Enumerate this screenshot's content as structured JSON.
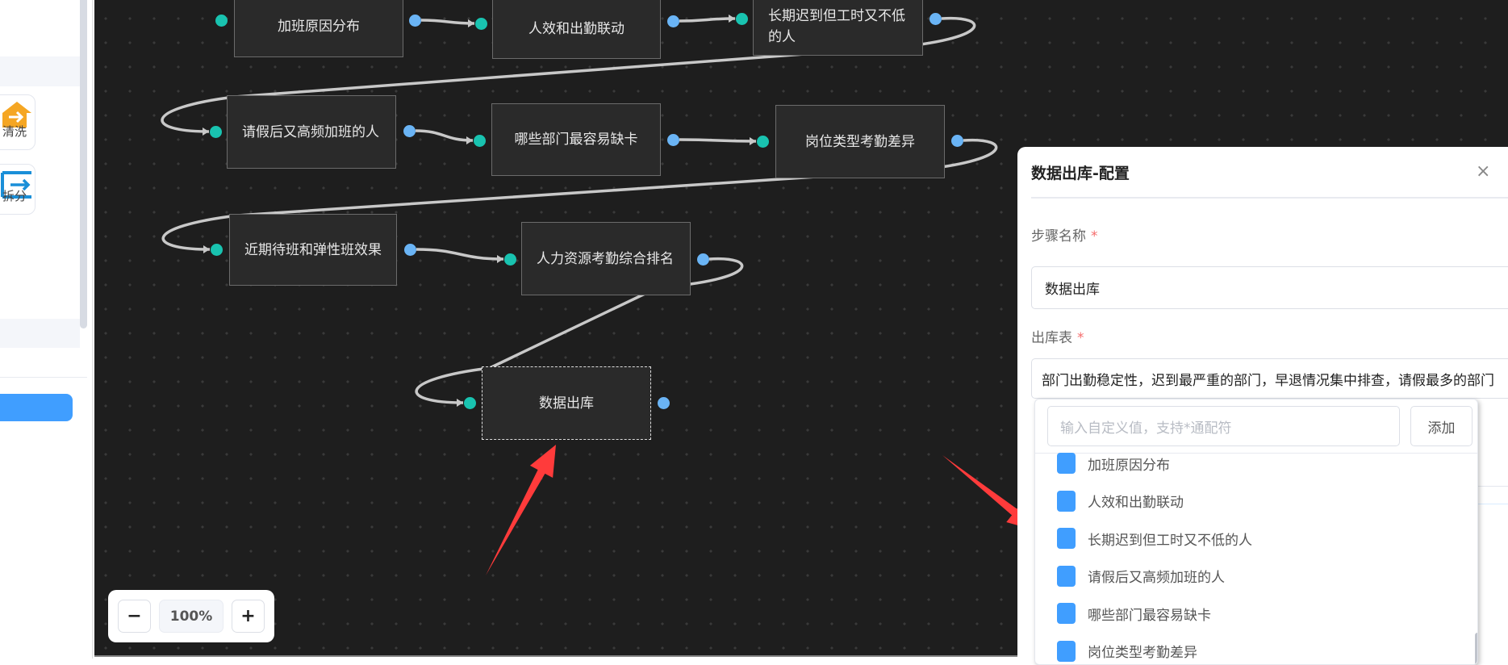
{
  "sidebar": {
    "cards": [
      {
        "label": "清洗",
        "icon": "house-arrow-icon",
        "color": "#f5a623"
      },
      {
        "label": "拆分",
        "icon": "split-arrow-icon",
        "color": "#1a8fd8"
      }
    ]
  },
  "nodes": [
    "加班原因分布",
    "人效和出勤联动",
    "长期迟到但工时又不低的人",
    "请假后又高频加班的人",
    "哪些部门最容易缺卡",
    "岗位类型考勤差异",
    "近期待班和弹性班效果",
    "人力资源考勤综合排名",
    "数据出库"
  ],
  "edges": [
    [
      0,
      1
    ],
    [
      1,
      2
    ],
    [
      2,
      3
    ],
    [
      3,
      4
    ],
    [
      4,
      5
    ],
    [
      5,
      6
    ],
    [
      6,
      7
    ],
    [
      7,
      8
    ]
  ],
  "zoom": {
    "minus": "−",
    "value": "100%",
    "plus": "+"
  },
  "panel": {
    "title": "数据出库-配置",
    "close": "×",
    "step_name_label": "步骤名称",
    "required": "*",
    "step_name_value": "数据出库",
    "table_label": "出库表",
    "table_value": "部门出勤稳定性，迟到最严重的部门，早退情况集中排查，请假最多的部门",
    "dropdown": {
      "placeholder": "输入自定义值，支持*通配符",
      "add": "添加",
      "options": [
        "加班原因分布",
        "人效和出勤联动",
        "长期迟到但工时又不低的人",
        "请假后又高频加班的人",
        "哪些部门最容易缺卡",
        "岗位类型考勤差异"
      ]
    }
  },
  "colors": {
    "accent": "#409eff",
    "annotation_arrow": "#ff3b3b",
    "port_in": "#19c3b0",
    "port_out": "#6ab4f5"
  }
}
